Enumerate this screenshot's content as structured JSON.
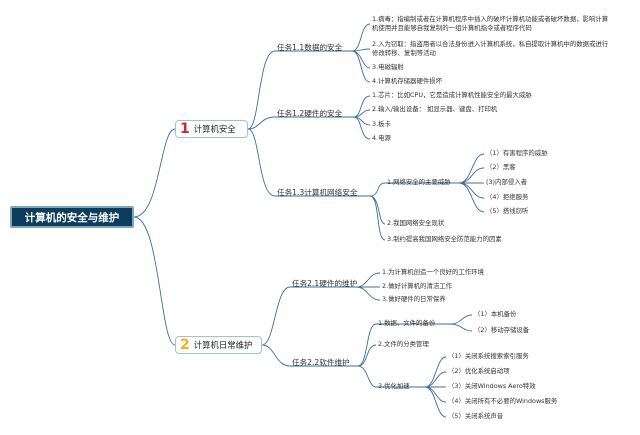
{
  "root": "计算机的安全与维护",
  "security": {
    "number": "1",
    "title": "计算机安全",
    "task1": {
      "label": "任务1.1数据的安全",
      "items": [
        "1.病毒：指编制或者在计算机程序中插入的破坏计算机功能或者破坏数据，影响计算机使用并且能够自我复制的一组计算机指令或者程序代码",
        "2.入为窃取：指盗用者以合法身份进入计算机系统，私自提取计算机中的数据或进行修改转移、复制等活动",
        "3.电磁辐射",
        "4.计算机存储器硬件损坏"
      ]
    },
    "task2": {
      "label": "任务1.2硬件的安全",
      "items": [
        "1.芯片：比如CPU，它是造成计算机性能安全的最大威胁",
        "2.输入/输出设备： 如显示器、键盘、打印机",
        "3.板卡",
        "4.电源"
      ]
    },
    "task3": {
      "label": "任务1.3计算机网络安全",
      "threats_label": "1.网络安全的主要威胁",
      "threats": [
        "（1）有害程序的威胁",
        "（2）黑客",
        "(3)内部侵入者",
        "（4）拒绝服务",
        "（5）搭线窃听"
      ],
      "items": [
        "2.我国网络安全现状",
        "3.制约提高我国网络安全防范能力的因素"
      ]
    }
  },
  "maintenance": {
    "number": "2",
    "title": "计算机日常维护",
    "task1": {
      "label": "任务2.1硬件的维护",
      "items": [
        "1.为计算机创造一个良好的工作环境",
        "2.做好计算机的清洁工作",
        "3.做好硬件的日常保养"
      ]
    },
    "task2": {
      "label": "任务2.2软件维护",
      "backup_label": "1.数据、文件的备份",
      "backup": [
        "（1）本机备份",
        "（2）移动存储设备"
      ],
      "mgmt_label": "2.文件的分类管理",
      "opt_label": "3.优化加速",
      "opt": [
        "（1）关闭系统搜索索引服务",
        "（2）优化系统启动项",
        "（3）关闭Windows Aero特效",
        "（4）关闭所有不必要的Windows服务",
        "（5）关闭系统声音"
      ]
    }
  }
}
